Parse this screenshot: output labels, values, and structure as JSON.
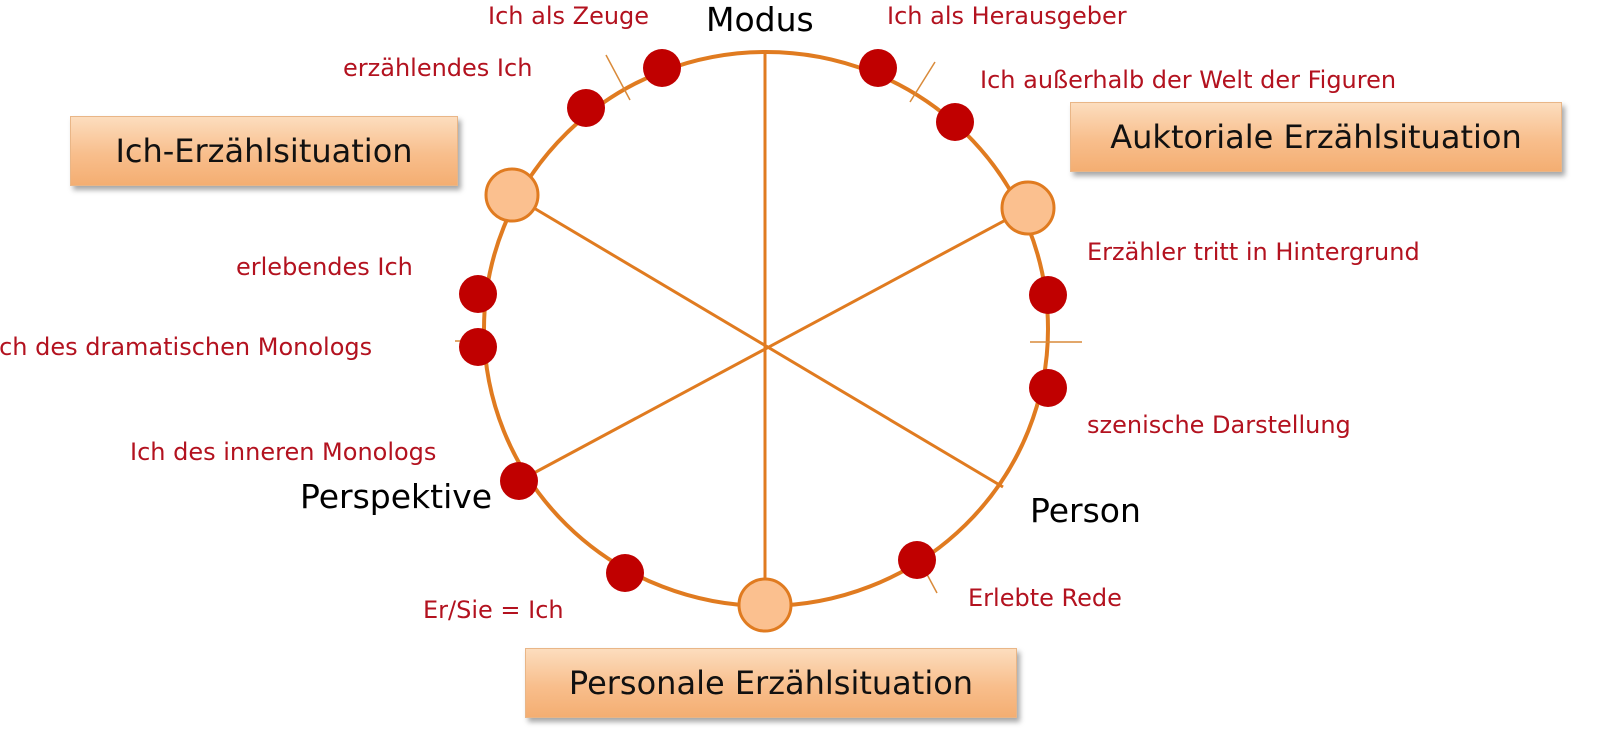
{
  "colors": {
    "circle": "#E07B20",
    "dot": "#C00000",
    "node_fill": "#FBC08F",
    "label": "#B3121F"
  },
  "axes": {
    "modus": "Modus",
    "person": "Person",
    "perspektive": "Perspektive"
  },
  "situations": {
    "ich": "Ich-Erzählsituation",
    "auktorial": "Auktoriale Erzählsituation",
    "personal": "Personale Erzählsituation"
  },
  "labels": {
    "zeuge": "Ich als Zeuge",
    "erzaehlendes": "erzählendes Ich",
    "herausgeber": "Ich als Herausgeber",
    "ausserhalb": "Ich außerhalb der Welt der Figuren",
    "hintergrund": "Erzähler tritt in Hintergrund",
    "szenisch": "szenische Darstellung",
    "erlebte_rede": "Erlebte Rede",
    "er_sie": "Er/Sie = Ich",
    "innerer_monolog": "Ich des inneren Monologs",
    "dramatischer_monolog": "Ich des dramatischen Monologs",
    "erlebendes": "erlebendes Ich"
  }
}
